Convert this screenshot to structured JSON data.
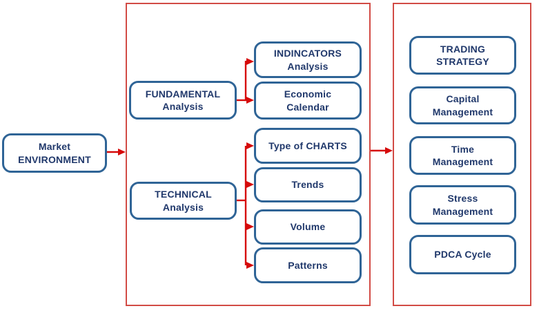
{
  "colors": {
    "background": "#ffffff",
    "box_border": "#2f6496",
    "box_text": "#20386b",
    "container_border": "#d24b45",
    "arrow": "#d60a0a"
  },
  "diagram": {
    "market": {
      "line1": "Market",
      "line2": "ENVIRONMENT"
    },
    "analysis": {
      "fundamental": {
        "line1": "FUNDAMENTAL",
        "line2": "Analysis"
      },
      "technical": {
        "line1": "TECHNICAL",
        "line2": "Analysis"
      },
      "indicators": {
        "line1": "INDINCATORS",
        "line2": "Analysis"
      },
      "economic_calendar": {
        "line1": "Economic",
        "line2": "Calendar"
      },
      "type_of_charts": {
        "label": "Type of CHARTS"
      },
      "trends": {
        "label": "Trends"
      },
      "volume": {
        "label": "Volume"
      },
      "patterns": {
        "label": "Patterns"
      }
    },
    "strategy": {
      "trading_strategy": {
        "line1": "TRADING",
        "line2": "STRATEGY"
      },
      "capital": {
        "line1": "Capital",
        "line2": "Management"
      },
      "time": {
        "line1": "Time",
        "line2": "Management"
      },
      "stress": {
        "line1": "Stress",
        "line2": "Management"
      },
      "pdca": {
        "label": "PDCA Cycle"
      }
    }
  }
}
